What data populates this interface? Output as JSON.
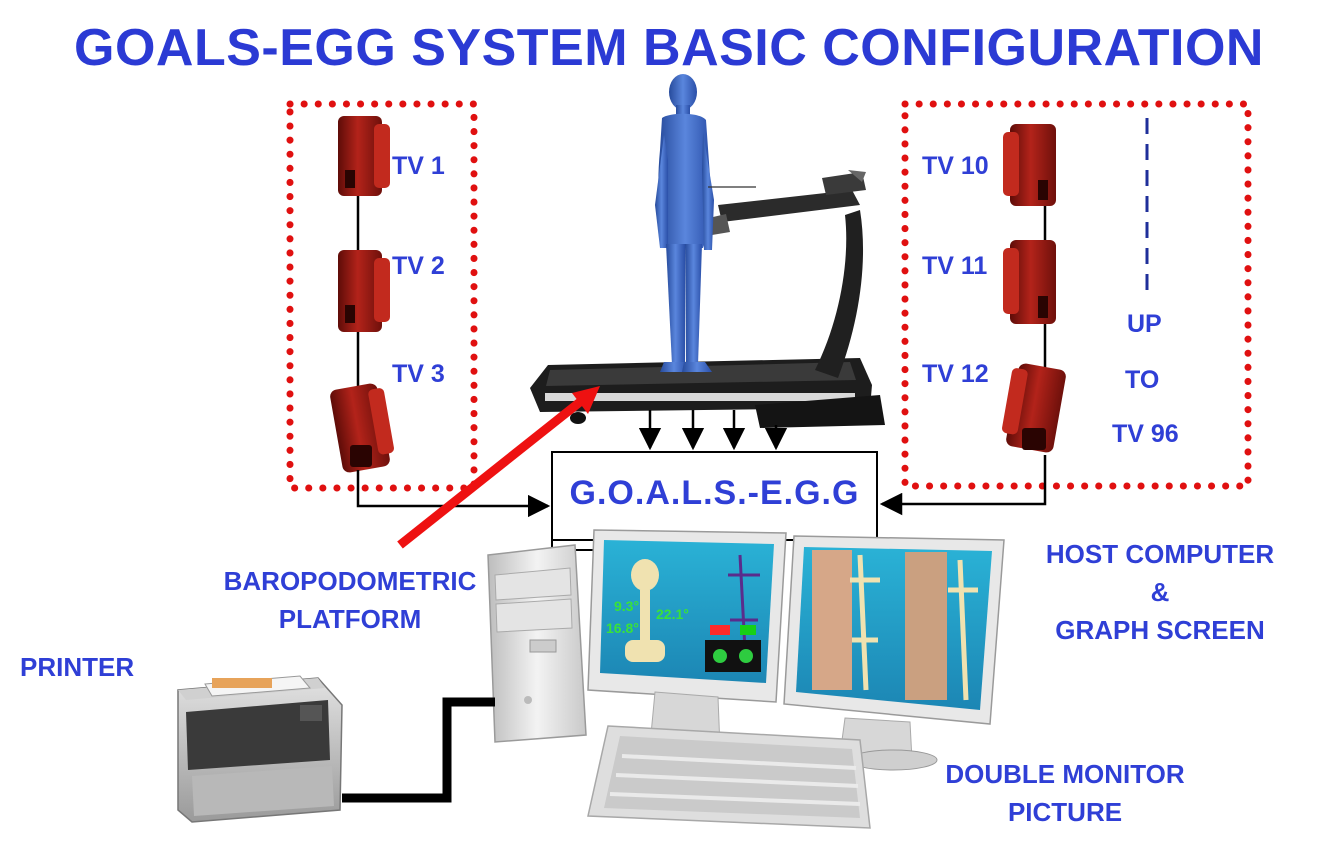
{
  "title": "GOALS-EGG SYSTEM BASIC CONFIGURATION",
  "left_cameras": [
    "TV 1",
    "TV 2",
    "TV 3"
  ],
  "right_cameras": [
    "TV 10",
    "TV 11",
    "TV 12"
  ],
  "right_extension": [
    "UP",
    "TO",
    "TV 96"
  ],
  "center_box": "G.O.A.L.S.-E.G.G",
  "labels": {
    "baropodometric": [
      "BAROPODOMETRIC",
      "PLATFORM"
    ],
    "host": [
      "HOST COMPUTER",
      "&",
      "GRAPH SCREEN"
    ],
    "printer": "PRINTER",
    "monitor": [
      "DOUBLE MONITOR",
      "PICTURE"
    ]
  },
  "monitor_readouts": [
    "9.3°",
    "22.1°",
    "16.8°"
  ],
  "colors": {
    "title": "#2b3ad4",
    "label": "#2f3fd6",
    "dotted_frame": "#e01010",
    "camera": "#9c1a12",
    "figure": "#3b63c4",
    "arrow_red": "#ee1111",
    "screen_bg": "#28a0c8"
  }
}
